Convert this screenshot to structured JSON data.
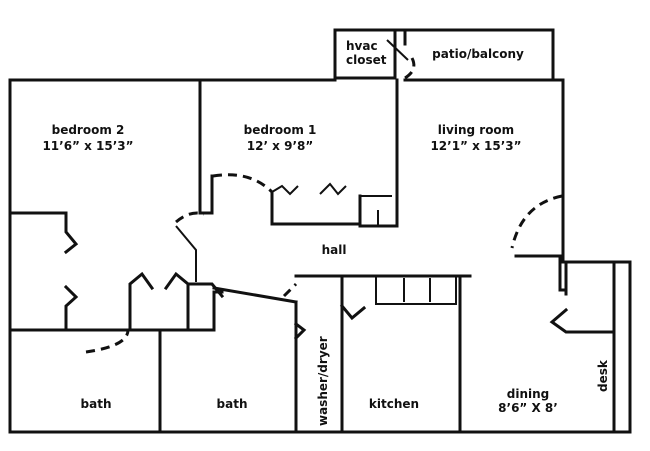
{
  "rooms": {
    "hvac_line1": "hvac",
    "hvac_line2": "closet",
    "patio": "patio/balcony",
    "bedroom2_name": "bedroom 2",
    "bedroom2_dims": "11’6” x 15’3”",
    "bedroom1_name": "bedroom 1",
    "bedroom1_dims": "12’ x 9’8”",
    "living_name": "living room",
    "living_dims": "12’1” x 15’3”",
    "hall": "hall",
    "bath_left": "bath",
    "bath_right": "bath",
    "washer_dryer": "washer/dryer",
    "kitchen": "kitchen",
    "dining_name": "dining",
    "dining_dims": "8’6” X 8’",
    "desk": "desk"
  },
  "colors": {
    "line": "#111111",
    "background": "#ffffff"
  }
}
